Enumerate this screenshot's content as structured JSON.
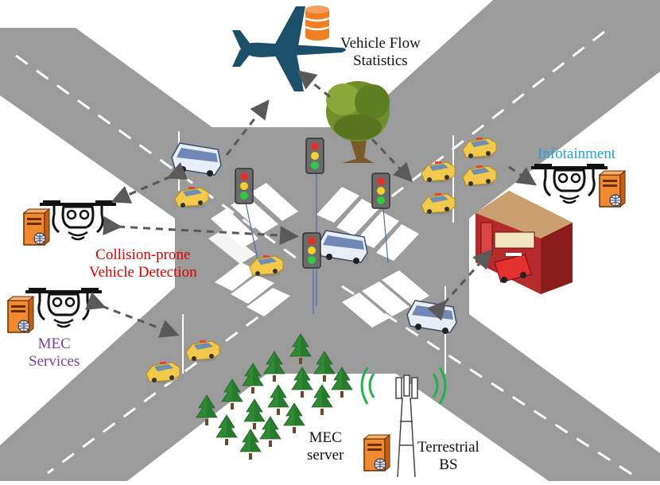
{
  "labels": {
    "vehicle_flow": [
      "Vehicle Flow",
      "Statistics"
    ],
    "infotainment": "Infotainment",
    "collision": [
      "Collision-prone",
      "Vehicle Detection"
    ],
    "mec_services": [
      "MEC",
      "Services"
    ],
    "mec_server": [
      "MEC",
      "server"
    ],
    "terrestrial_bs": [
      "Terrestrial",
      "BS"
    ]
  },
  "colors": {
    "road": "#9b9b9b",
    "road_edge": "#7d7d7d",
    "lane_mark": "#ffffff",
    "arrow": "#595959",
    "collision_text": "#e00000",
    "infotainment_text": "#1fa7e0",
    "mec_services_text": "#7a3fa0",
    "plain_text": "#111111",
    "airplane": "#1c4f6a",
    "server": "#f07f24",
    "tree_green": "#3a8a2a",
    "signal_green": "#1fc25a"
  },
  "icons": [
    "airplane-icon",
    "database-icon",
    "tree-icon",
    "bus-icon",
    "taxi-icon",
    "drone-icon",
    "server-icon",
    "traffic-light-icon",
    "fire-station-icon",
    "cell-tower-icon",
    "pine-forest-icon"
  ]
}
